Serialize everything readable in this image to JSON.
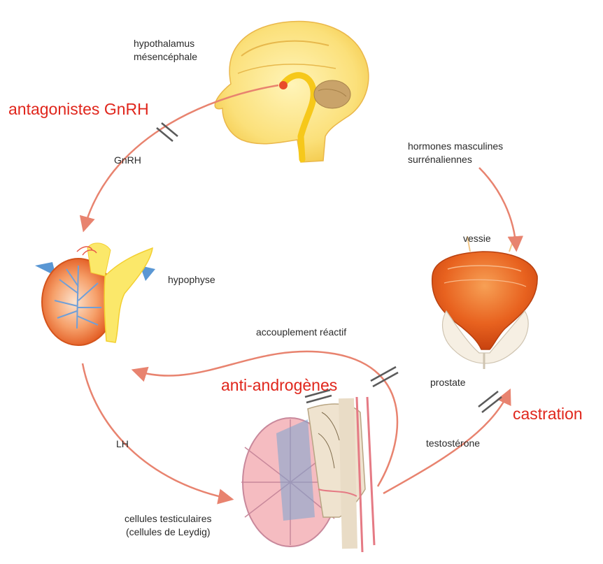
{
  "labels": {
    "hypothalamus_l1": "hypothalamus",
    "hypothalamus_l2": "mésencéphale",
    "gnrh": "GnRH",
    "hormones_l1": "hormones masculines",
    "hormones_l2": "surrénaliennes",
    "vessie": "vessie",
    "hypophyse": "hypophyse",
    "accouplement": "accouplement réactif",
    "prostate": "prostate",
    "lh": "LH",
    "testosterone": "testostérone",
    "cellules_l1": "cellules testiculaires",
    "cellules_l2": "(cellules de Leydig)"
  },
  "interventions": {
    "antagonistes": "antagonistes GnRH",
    "anti_androgenes": "anti-androgènes",
    "castration": "castration"
  },
  "colors": {
    "arrow": "#e8836f",
    "intervention_text": "#e0261c",
    "label_text": "#2a2a2a"
  },
  "icons": [
    "brain-illustration",
    "pituitary-illustration",
    "bladder-prostate-illustration",
    "testis-illustration"
  ]
}
